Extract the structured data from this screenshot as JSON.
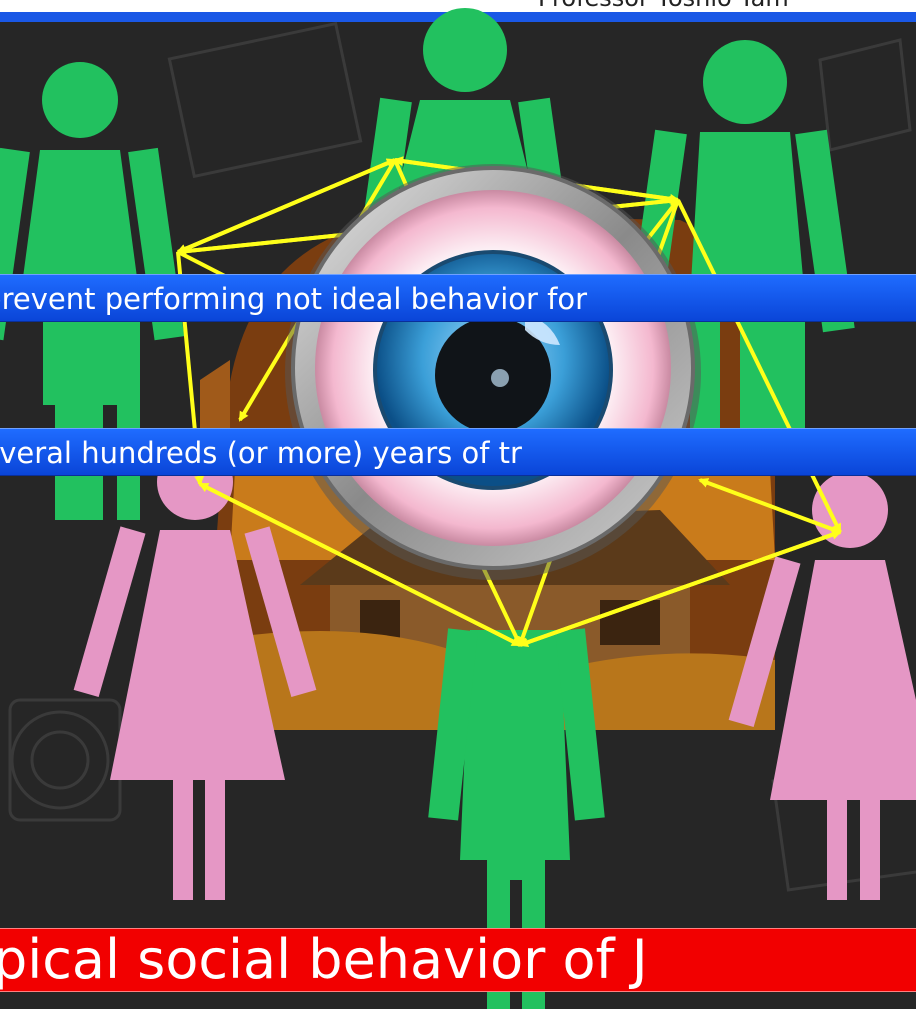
{
  "header": {
    "credit": "Professor Yoshio Yam"
  },
  "captions": {
    "line1": "er, prevent performing not ideal behavior for",
    "line2": "aining several hundreds (or more) years of tr"
  },
  "banner": {
    "text": "ypical social behavior of J"
  },
  "colors": {
    "background": "#262626",
    "male_figure": "#22c15f",
    "female_figure": "#e597c5",
    "arrows": "#ffff1a",
    "caption_bg": "#1f6cff",
    "banner_bg": "#f20000"
  },
  "icons": [
    "eye-icon",
    "village-house-icon",
    "male-person-icon",
    "female-person-icon"
  ]
}
